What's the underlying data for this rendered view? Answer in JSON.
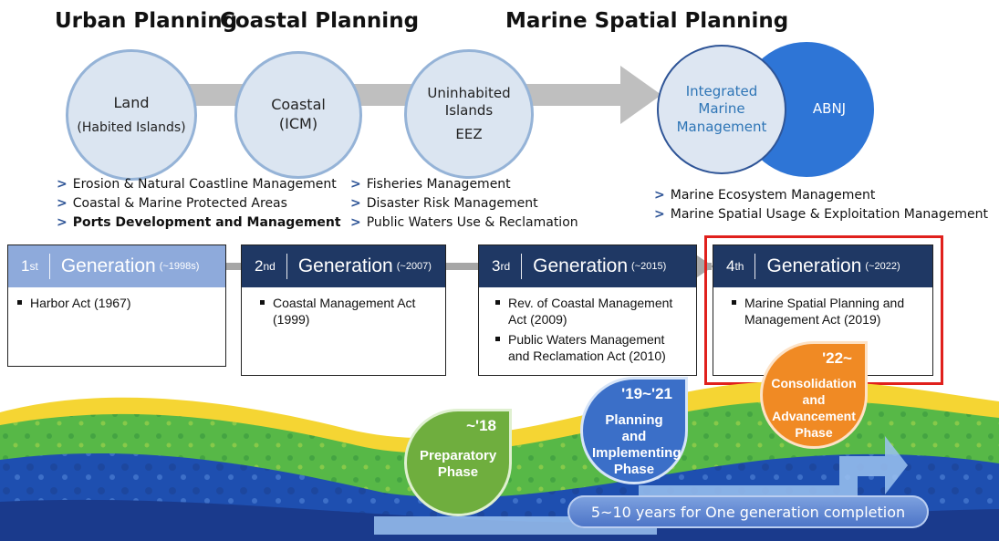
{
  "headings": {
    "urban": "Urban Planning",
    "coastal": "Coastal Planning",
    "marine": "Marine Spatial Planning"
  },
  "circles": [
    {
      "lines": [
        "Land",
        "(Habited Islands)"
      ]
    },
    {
      "lines": [
        "Coastal",
        "(ICM)"
      ]
    },
    {
      "lines": [
        "Uninhabited",
        "Islands",
        "EEZ"
      ]
    }
  ],
  "integrated": {
    "lines": [
      "Integrated",
      "Marine",
      "Management"
    ],
    "abnj": "ABNJ"
  },
  "bullets": {
    "group1": [
      "Erosion & Natural Coastline Management",
      "Coastal & Marine Protected Areas",
      "Ports Development and Management"
    ],
    "group2": [
      "Fisheries Management",
      "Disaster Risk Management",
      "Public Waters Use & Reclamation"
    ],
    "group3": [
      "Marine Ecosystem Management",
      "Marine Spatial Usage & Exploitation Management"
    ]
  },
  "generations": [
    {
      "num": "1",
      "suffix": "st",
      "word": "Generation",
      "years": "(~1998s)",
      "items": [
        "Harbor Act (1967)"
      ]
    },
    {
      "num": "2",
      "suffix": "nd",
      "word": "Generation",
      "years": "(~2007)",
      "items": [
        "Coastal Management Act (1999)"
      ]
    },
    {
      "num": "3",
      "suffix": "rd",
      "word": "Generation",
      "years": "(~2015)",
      "items": [
        "Rev. of Coastal Management Act (2009)",
        "Public Waters Management and Reclamation Act (2010)"
      ]
    },
    {
      "num": "4",
      "suffix": "th",
      "word": "Generation",
      "years": "(~2022)",
      "items": [
        "Marine Spatial Planning and Management Act (2019)"
      ]
    }
  ],
  "phases": [
    {
      "year": "~'18",
      "label": "Preparatory Phase",
      "color": "#6fae3e"
    },
    {
      "year": "'19~'21",
      "label": "Planning and Implementing Phase",
      "color": "#3b6fc8"
    },
    {
      "year": "'22~",
      "label": "Consolidation and Advancement Phase",
      "color": "#f08a24"
    }
  ],
  "footer": "5~10 years for One generation completion",
  "colors": {
    "gen1": "#8eaadb",
    "gen2_4": "#1f3864",
    "highlight": "#e0201c",
    "circle_fill": "#dbe5f1",
    "circle_border": "#95b3d7"
  },
  "icons": {
    "bullet_marker": "chevron-right-icon",
    "item_marker": "square-bullet-icon"
  }
}
